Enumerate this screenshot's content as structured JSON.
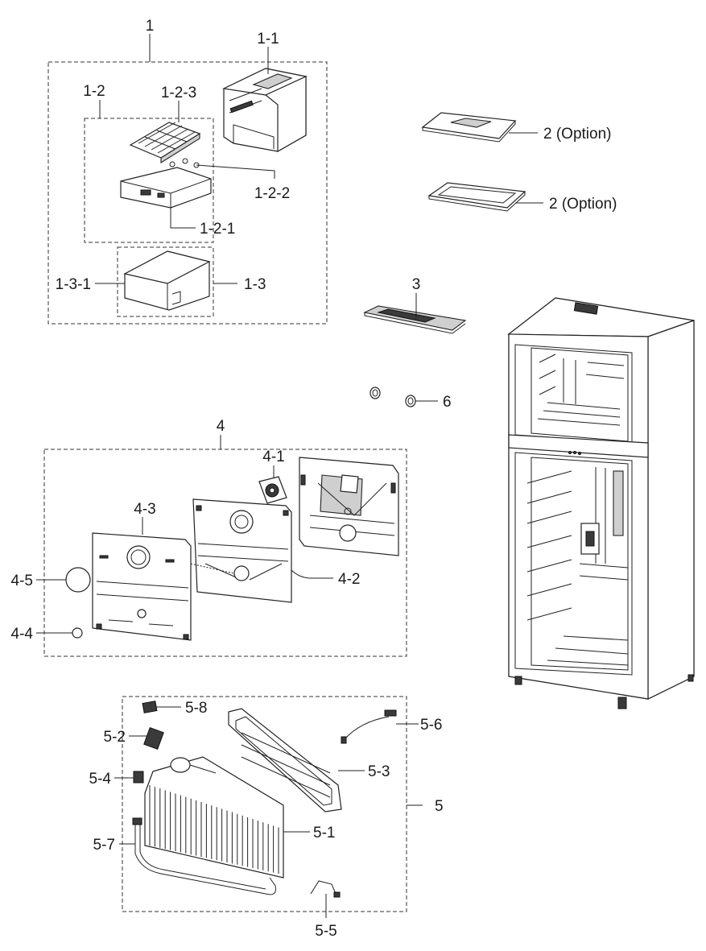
{
  "labels": {
    "l1": "1",
    "l1_1": "1-1",
    "l1_2": "1-2",
    "l1_2_3": "1-2-3",
    "l1_2_2": "1-2-2",
    "l1_2_1": "1-2-1",
    "l1_3_1": "1-3-1",
    "l1_3": "1-3",
    "l2a": "2 (Option)",
    "l2b": "2 (Option)",
    "l3": "3",
    "l6": "6",
    "l4": "4",
    "l4_1": "4-1",
    "l4_3": "4-3",
    "l4_5": "4-5",
    "l4_2": "4-2",
    "l4_4": "4-4",
    "l5_8": "5-8",
    "l5_6": "5-6",
    "l5_2": "5-2",
    "l5_3": "5-3",
    "l5_4": "5-4",
    "l5": "5",
    "l5_1": "5-1",
    "l5_7": "5-7",
    "l5_5": "5-5"
  }
}
